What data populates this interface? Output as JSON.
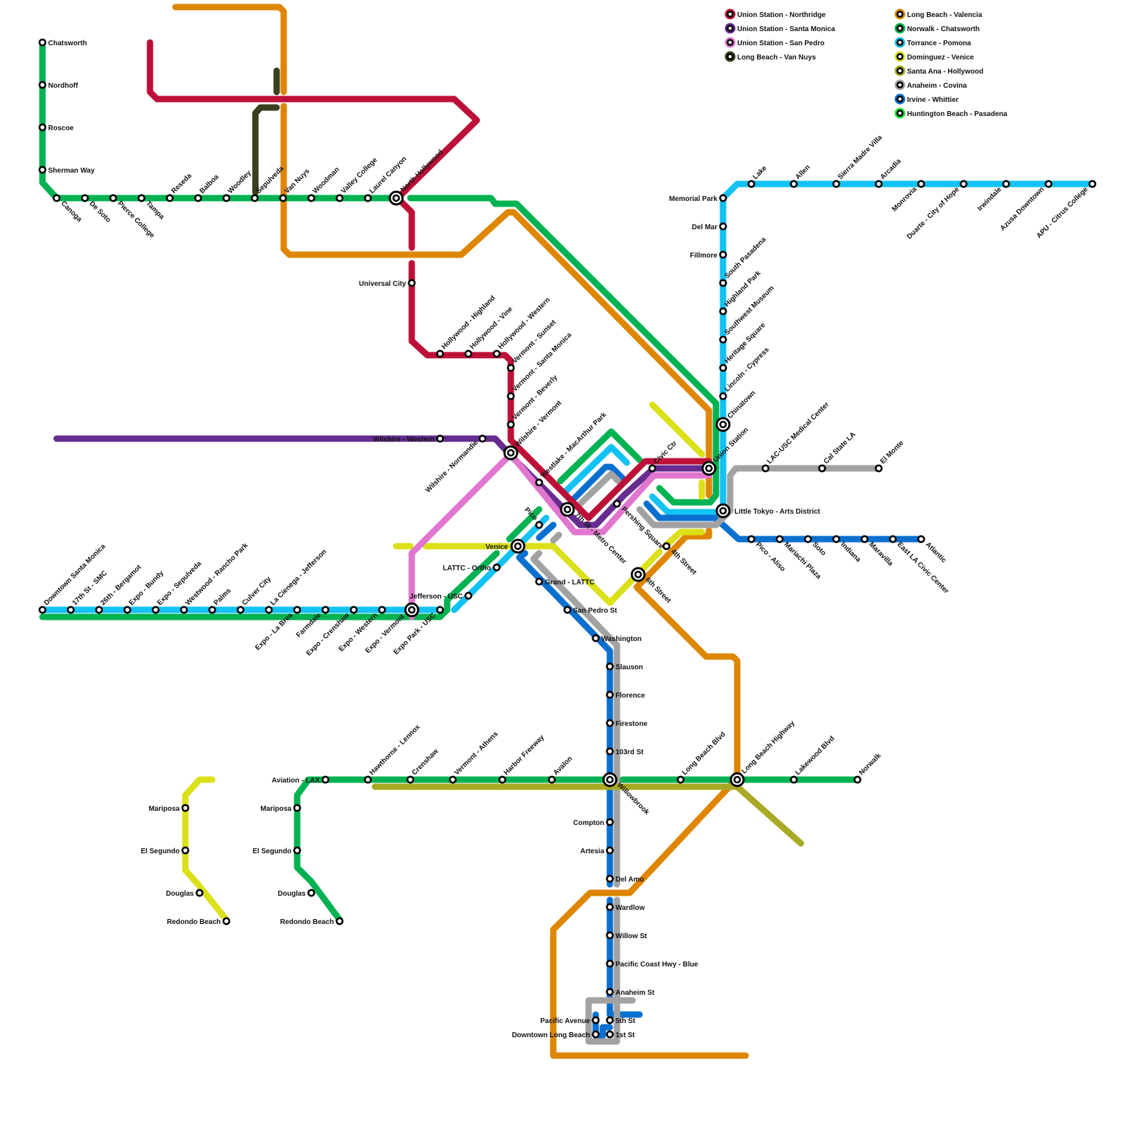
{
  "legend": [
    {
      "id": "northridge",
      "label": "Union Station - Northridge",
      "color": "#bd1038"
    },
    {
      "id": "santamonica",
      "label": "Union Station - Santa Monica",
      "color": "#662c90"
    },
    {
      "id": "sanpedro",
      "label": "Union Station - San Pedro",
      "color": "#e176cf"
    },
    {
      "id": "vannuys",
      "label": "Long Beach - Van Nuys",
      "color": "#3a3f1e"
    },
    {
      "id": "valencia",
      "label": "Long Beach - Valencia",
      "color": "#df8600"
    },
    {
      "id": "chatsworth",
      "label": "Norwalk - Chatsworth",
      "color": "#00b251"
    },
    {
      "id": "pomona",
      "label": "Torrance - Pomona",
      "color": "#12c2f4"
    },
    {
      "id": "venice",
      "label": "Dominguez - Venice",
      "color": "#dbe019"
    },
    {
      "id": "hollywood",
      "label": "Santa Ana - Hollywood",
      "color": "#a9a925"
    },
    {
      "id": "covina",
      "label": "Anaheim - Covina",
      "color": "#a2a2a2"
    },
    {
      "id": "whittier",
      "label": "Irvine - Whittier",
      "color": "#0a70d0"
    },
    {
      "id": "pasadena",
      "label": "Huntington Beach - Pasadena",
      "color": "#16e02b"
    }
  ],
  "hubs": [
    "North Hollywood",
    "Wilshire - Vermont",
    "7th St - Metro Center",
    "Venice",
    "Expo - Vermont",
    "Union Station",
    "Chinatown",
    "Little Tokyo - Arts District",
    "6th Street",
    "Willowbrook",
    "Long Beach Highway"
  ],
  "stations": [
    "Chatsworth",
    "Nordhoff",
    "Roscoe",
    "Sherman Way",
    "Canoga",
    "De Soto",
    "Pierce College",
    "Tampa",
    "Reseda",
    "Balboa",
    "Woodley",
    "Sepulveda",
    "Van Nuys",
    "Woodman",
    "Valley College",
    "Laurel Canyon",
    "North Hollywood",
    "Universal City",
    "Hollywood - Highland",
    "Hollywood - Vine",
    "Hollywood - Western",
    "Vermont - Sunset",
    "Vermont - Santa Monica",
    "Vermont - Beverly",
    "Wilshire - Vermont",
    "Wilshire - Western",
    "Wilshire - Normandie",
    "Westlake - MacArthur Park",
    "7th St - Metro Center",
    "Pershing Square",
    "Civic Ctr",
    "Union Station",
    "Chinatown",
    "Little Tokyo - Arts District",
    "4th Street",
    "6th Street",
    "Pico",
    "Venice",
    "LATTC - Ortho",
    "Grand - LATTC",
    "Jefferson - USC",
    "San Pedro St",
    "Washington",
    "Slauson",
    "Florence",
    "Firestone",
    "103rd St",
    "Willowbrook",
    "Compton",
    "Artesia",
    "Del Amo",
    "Wardlow",
    "Willow St",
    "Pacific Coast Hwy - Blue",
    "Anaheim St",
    "5th St",
    "1st St",
    "Pacific Avenue",
    "Downtown Long Beach",
    "Downtown Santa Monica",
    "17th St - SMC",
    "26th - Bergamot",
    "Expo - Bundy",
    "Expo - Sepulveda",
    "Westwood - Rancho Park",
    "Palms",
    "Culver City",
    "La Cienega - Jefferson",
    "Expo - La Brea",
    "Farmdale",
    "Expo - Crenshaw",
    "Expo - Western",
    "Expo - Vermont",
    "Expo Park - USC",
    "Memorial Park",
    "Del Mar",
    "Fillmore",
    "South Pasadena",
    "Highland Park",
    "Southwest Museum",
    "Heritage Square",
    "Lincoln - Cypress",
    "Lake",
    "Allen",
    "Sierra Madre Villa",
    "Arcadia",
    "Monrovia",
    "Duarte - City of Hope",
    "Irwindale",
    "Azusa Downtown",
    "APU - Citrus College",
    "LAC-USC Medical Center",
    "Cal State LA",
    "El Monte",
    "Pico - Aliso",
    "Mariachi Plaza",
    "Soto",
    "Indiana",
    "Maravilla",
    "East LA Civic Center",
    "Atlantic",
    "Aviation - LAX",
    "Hawthorne - Lennox",
    "Crenshaw",
    "Vermont - Athens",
    "Harbor Freeway",
    "Avalon",
    "Long Beach Blvd",
    "Long Beach Highway",
    "Lakewood Blvd",
    "Norwalk",
    "Mariposa",
    "El Segundo",
    "Douglas",
    "Redondo Beach"
  ]
}
